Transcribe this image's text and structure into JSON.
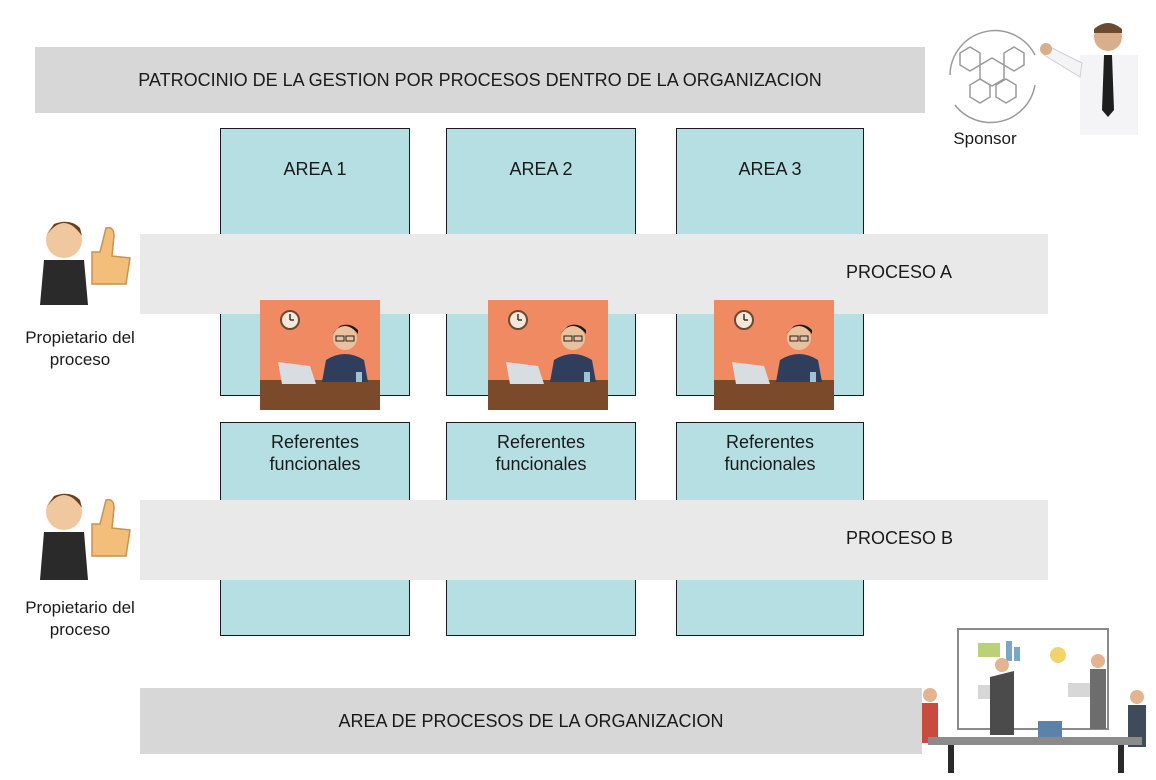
{
  "top_banner": "PATROCINIO DE LA GESTION POR PROCESOS DENTRO DE LA ORGANIZACION",
  "sponsor_label": "Sponsor",
  "areas": [
    {
      "title": "AREA 1",
      "referentes": [
        "Referentes",
        "funcionales"
      ]
    },
    {
      "title": "AREA 2",
      "referentes": [
        "Referentes",
        "funcionales"
      ]
    },
    {
      "title": "AREA 3",
      "referentes": [
        "Referentes",
        "funcionales"
      ]
    }
  ],
  "processes": [
    "PROCESO A",
    "PROCESO B"
  ],
  "owner_caption": [
    "Propietario del",
    "proceso"
  ],
  "bottom_banner": "AREA DE PROCESOS DE LA ORGANIZACION",
  "colors": {
    "area_fill": "#b5dfe2",
    "banner_gray": "#d7d7d7",
    "process_band": "#e9e9e9",
    "worker_bg": "#ef8a62"
  },
  "icons": [
    "sponsor-person-icon",
    "process-cycle-icon",
    "thumbs-up-owner-icon",
    "worker-at-desk-icon",
    "meeting-presentation-icon"
  ]
}
